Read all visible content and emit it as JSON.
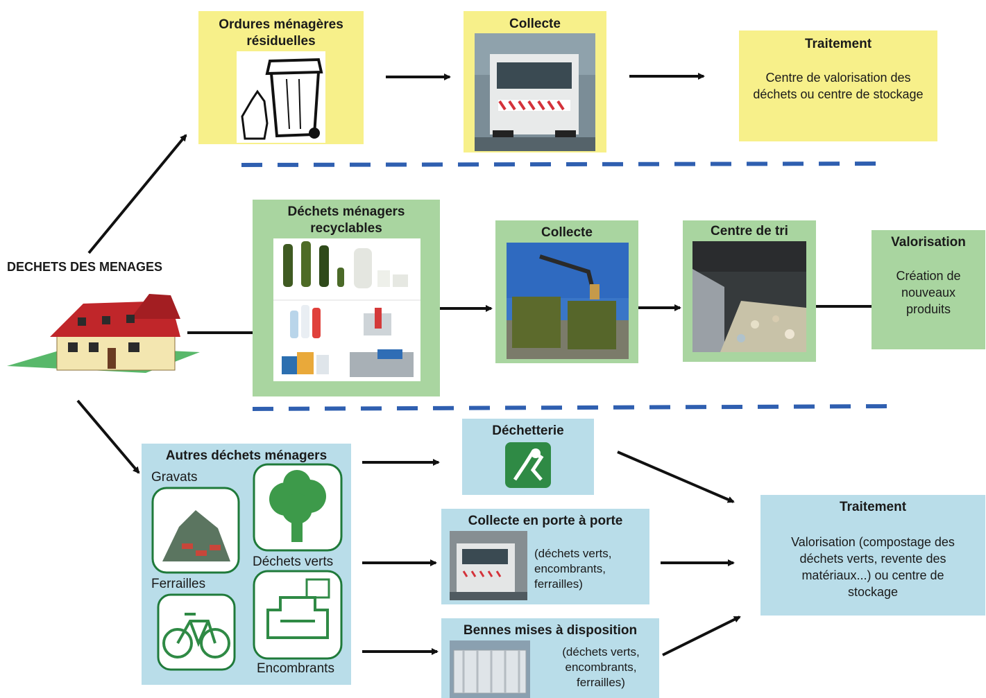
{
  "left_label": "DECHETS DES MENAGES",
  "row1": {
    "source_title": "Ordures ménagères résiduelles",
    "collect_title": "Collecte",
    "treatment_title": "Traitement",
    "treatment_text": "Centre de valorisation des déchets ou centre de stockage"
  },
  "row2": {
    "source_title": "Déchets ménagers recyclables",
    "collect_title": "Collecte",
    "sort_title": "Centre de tri",
    "valor_title": "Valorisation",
    "valor_text": "Création de nouveaux produits"
  },
  "row3": {
    "source_title": "Autres déchets ménagers",
    "cat_gravats": "Gravats",
    "cat_verts": "Déchets verts",
    "cat_ferrailles": "Ferrailles",
    "cat_encombrants": "Encombrants",
    "dechetterie_title": "Déchetterie",
    "door_title": "Collecte en porte à porte",
    "door_text": "(déchets verts, encombrants, ferrailles)",
    "bennes_title": "Bennes mises à disposition",
    "bennes_text": "(déchets verts, encombrants, ferrailles)",
    "treatment_title": "Traitement",
    "treatment_text": "Valorisation (compostage des déchets verts, revente des matériaux...) ou centre de stockage"
  },
  "colors": {
    "yellow": "#f7f08a",
    "green": "#a9d5a0",
    "blue": "#b9dde9",
    "dash": "#2f5fb0"
  }
}
